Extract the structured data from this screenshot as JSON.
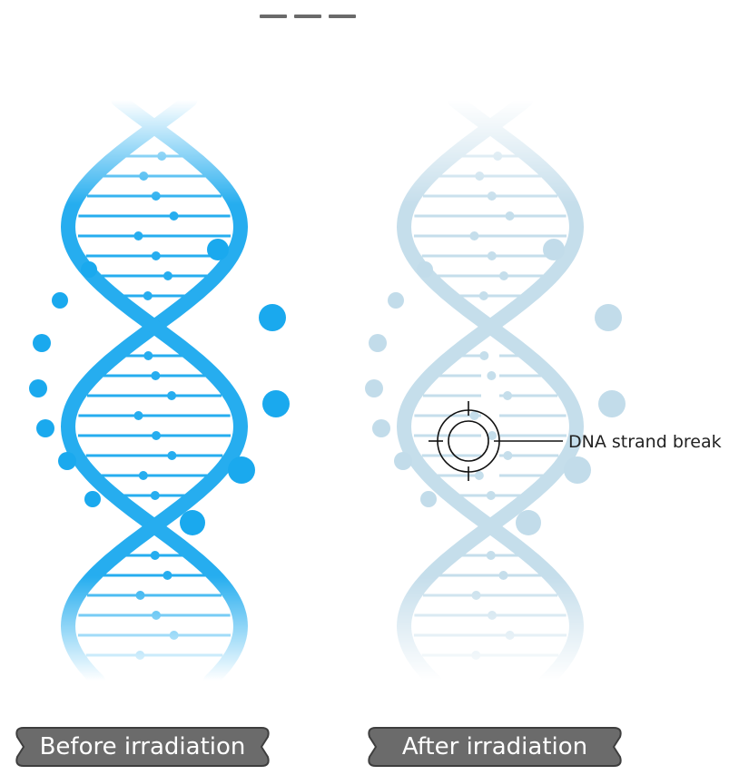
{
  "colors": {
    "dna_before": "#1aa9ee",
    "dna_after": "#c2dcea",
    "callout_line": "#111111",
    "pill_fill": "#6b6b6b",
    "pill_edge": "#3e3e3e",
    "pill_text": "#ffffff"
  },
  "callout": {
    "label": "DNA strand break"
  },
  "captions": {
    "before": "Before irradiation",
    "after": "After irradiation"
  },
  "icons": [
    "dna-helix-icon",
    "crosshair-icon",
    "dash-icon"
  ]
}
